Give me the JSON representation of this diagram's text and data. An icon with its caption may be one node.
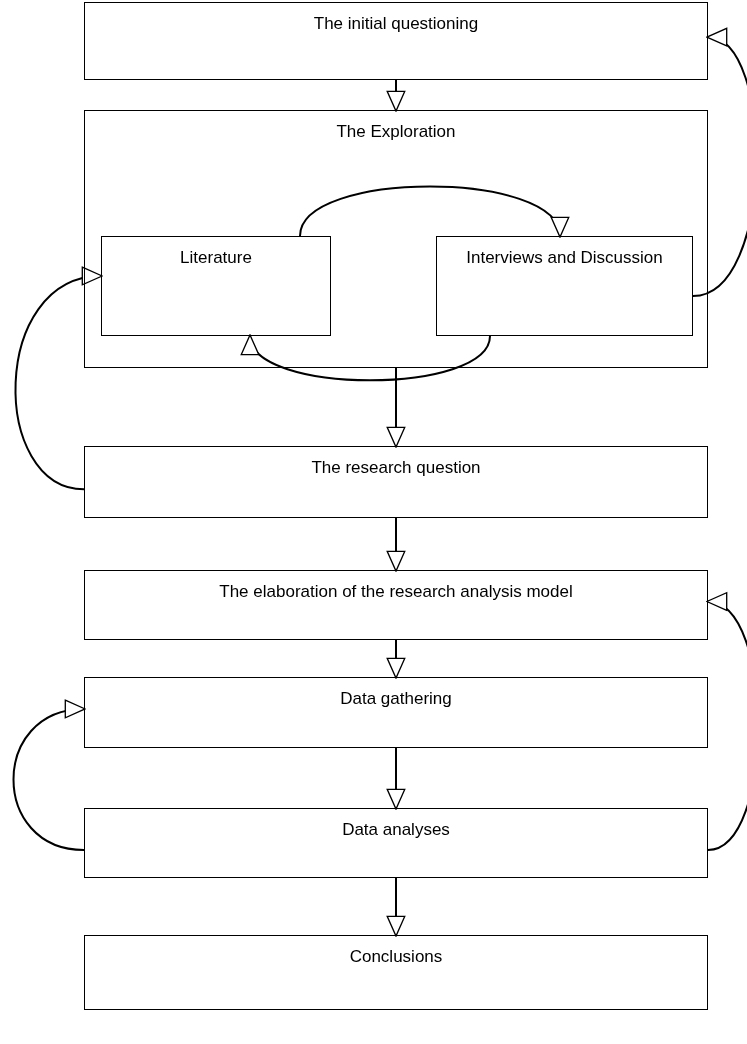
{
  "diagram": {
    "nodes": [
      {
        "text": [
          "The initial questioning"
        ]
      },
      {
        "text": [
          "The Exploration"
        ]
      },
      {
        "text": [
          "Literature"
        ],
        "in": 1
      },
      {
        "text": [
          "Interviews and Discussion"
        ],
        "in": 1
      },
      {
        "text": [
          "The research question"
        ]
      },
      {
        "text": [
          "The elaboration of the research analysis model"
        ]
      },
      {
        "text": [
          "Data gathering"
        ]
      },
      {
        "text": [
          "Data analyses"
        ]
      },
      {
        "text": [
          "Conclusions"
        ]
      }
    ],
    "edges": [
      {
        "from": 0,
        "to": 1,
        "arrow": "to"
      },
      {
        "from": 2,
        "to": 3,
        "arrow": "to"
      },
      {
        "from": 3,
        "to": 2,
        "arrow": "to"
      },
      {
        "from": 3,
        "to": 0,
        "arrow": "to"
      },
      {
        "from": 1,
        "to": 4,
        "arrow": "to"
      },
      {
        "from": 4,
        "to": 2,
        "arrow": "to"
      },
      {
        "from": 4,
        "to": 5,
        "arrow": "to"
      },
      {
        "from": 5,
        "to": 6,
        "arrow": "to"
      },
      {
        "from": 7,
        "to": 5,
        "arrow": "to"
      },
      {
        "from": 6,
        "to": 7,
        "arrow": "to"
      },
      {
        "from": 7,
        "to": 6,
        "arrow": "to"
      },
      {
        "from": 7,
        "to": 8,
        "arrow": "to"
      }
    ]
  }
}
